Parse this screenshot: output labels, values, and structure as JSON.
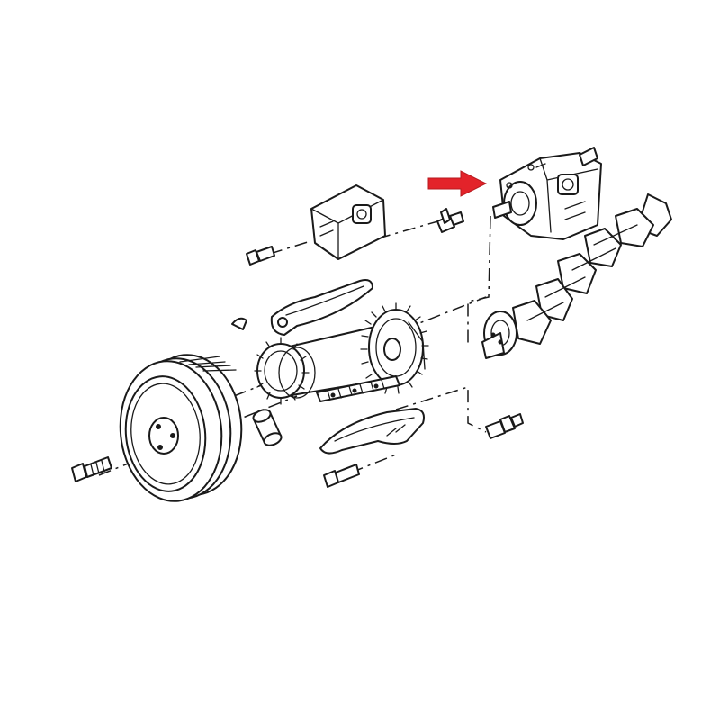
{
  "diagram": {
    "parts": [
      {
        "name": "crankshaft-pulley-bolt",
        "icon": "bolt-icon"
      },
      {
        "name": "crankshaft-pulley",
        "icon": "pulley-icon"
      },
      {
        "name": "woodruff-key",
        "icon": "key-icon"
      },
      {
        "name": "spacer-sleeve",
        "icon": "sleeve-icon"
      },
      {
        "name": "timing-gear-assembly",
        "icon": "gear-icon"
      },
      {
        "name": "timing-chain",
        "icon": "chain-icon"
      },
      {
        "name": "upper-chain-guide",
        "icon": "guide-rail-icon"
      },
      {
        "name": "chain-tensioner-rail",
        "icon": "tensioner-icon"
      },
      {
        "name": "chain-tensioner",
        "icon": "tensioner-icon"
      },
      {
        "name": "injection-pump",
        "icon": "pump-icon"
      },
      {
        "name": "crankshaft",
        "icon": "crankshaft-icon"
      }
    ],
    "highlight_color": "#e3232a",
    "line_color": "#1a1a1a",
    "background": "#ffffff"
  }
}
